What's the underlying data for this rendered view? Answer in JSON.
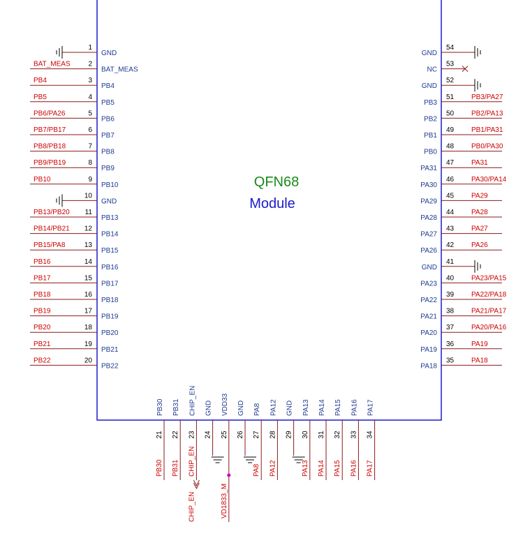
{
  "title": {
    "line1": "QFN68",
    "line2": "Module"
  },
  "colors": {
    "body_outline": "#1a1acc",
    "pin_name": "#1f3a8f",
    "pin_number": "#000000",
    "net_label": "#cc0000",
    "wire": "#8b1a1a",
    "title_line1": "#1a8a1a",
    "title_line2": "#1a1acc",
    "junction": "#cc00cc"
  },
  "left_pins": [
    {
      "num": "1",
      "name": "GND",
      "net": "",
      "symbol": "ground"
    },
    {
      "num": "2",
      "name": "BAT_MEAS",
      "net": "BAT_MEAS"
    },
    {
      "num": "3",
      "name": "PB4",
      "net": "PB4"
    },
    {
      "num": "4",
      "name": "PB5",
      "net": "PB5"
    },
    {
      "num": "5",
      "name": "PB6",
      "net": "PB6/PA26"
    },
    {
      "num": "6",
      "name": "PB7",
      "net": "PB7/PB17"
    },
    {
      "num": "7",
      "name": "PB8",
      "net": "PB8/PB18"
    },
    {
      "num": "8",
      "name": "PB9",
      "net": "PB9/PB19"
    },
    {
      "num": "9",
      "name": "PB10",
      "net": "PB10"
    },
    {
      "num": "10",
      "name": "GND",
      "net": "",
      "symbol": "ground"
    },
    {
      "num": "11",
      "name": "PB13",
      "net": "PB13/PB20"
    },
    {
      "num": "12",
      "name": "PB14",
      "net": "PB14/PB21"
    },
    {
      "num": "13",
      "name": "PB15",
      "net": "PB15/PA8"
    },
    {
      "num": "14",
      "name": "PB16",
      "net": "PB16"
    },
    {
      "num": "15",
      "name": "PB17",
      "net": "PB17"
    },
    {
      "num": "16",
      "name": "PB18",
      "net": "PB18"
    },
    {
      "num": "17",
      "name": "PB19",
      "net": "PB19"
    },
    {
      "num": "18",
      "name": "PB20",
      "net": "PB20"
    },
    {
      "num": "19",
      "name": "PB21",
      "net": "PB21"
    },
    {
      "num": "20",
      "name": "PB22",
      "net": "PB22"
    }
  ],
  "right_pins": [
    {
      "num": "54",
      "name": "GND",
      "net": "",
      "symbol": "ground"
    },
    {
      "num": "53",
      "name": "NC",
      "net": "",
      "symbol": "noconnect"
    },
    {
      "num": "52",
      "name": "GND",
      "net": "",
      "symbol": "ground"
    },
    {
      "num": "51",
      "name": "PB3",
      "net": "PB3/PA27"
    },
    {
      "num": "50",
      "name": "PB2",
      "net": "PB2/PA13"
    },
    {
      "num": "49",
      "name": "PB1",
      "net": "PB1/PA31"
    },
    {
      "num": "48",
      "name": "PB0",
      "net": "PB0/PA30"
    },
    {
      "num": "47",
      "name": "PA31",
      "net": "PA31"
    },
    {
      "num": "46",
      "name": "PA30",
      "net": "PA30/PA14"
    },
    {
      "num": "45",
      "name": "PA29",
      "net": "PA29"
    },
    {
      "num": "44",
      "name": "PA28",
      "net": "PA28"
    },
    {
      "num": "43",
      "name": "PA27",
      "net": "PA27"
    },
    {
      "num": "42",
      "name": "PA26",
      "net": "PA26"
    },
    {
      "num": "41",
      "name": "GND",
      "net": "",
      "symbol": "ground"
    },
    {
      "num": "40",
      "name": "PA23",
      "net": "PA23/PA15"
    },
    {
      "num": "39",
      "name": "PA22",
      "net": "PA22/PA18"
    },
    {
      "num": "38",
      "name": "PA21",
      "net": "PA21/PA17"
    },
    {
      "num": "37",
      "name": "PA20",
      "net": "PA20/PA16"
    },
    {
      "num": "36",
      "name": "PA19",
      "net": "PA19"
    },
    {
      "num": "35",
      "name": "PA18",
      "net": "PA18"
    }
  ],
  "bottom_pins": [
    {
      "num": "21",
      "name": "PB30",
      "net": "PB30"
    },
    {
      "num": "22",
      "name": "PB31",
      "net": "PB31"
    },
    {
      "num": "23",
      "name": "CHIP_EN",
      "net": "CHIP_EN",
      "extra": "CHIP_EN",
      "symbol": "port"
    },
    {
      "num": "24",
      "name": "GND",
      "net": "",
      "symbol": "ground"
    },
    {
      "num": "25",
      "name": "VDD33",
      "net": "",
      "extra": "VD1833_M",
      "symbol": "junction"
    },
    {
      "num": "26",
      "name": "GND",
      "net": "",
      "symbol": "ground"
    },
    {
      "num": "27",
      "name": "PA8",
      "net": "PA8"
    },
    {
      "num": "28",
      "name": "PA12",
      "net": "PA12"
    },
    {
      "num": "29",
      "name": "GND",
      "net": "",
      "symbol": "ground"
    },
    {
      "num": "30",
      "name": "PA13",
      "net": "PA13"
    },
    {
      "num": "31",
      "name": "PA14",
      "net": "PA14"
    },
    {
      "num": "32",
      "name": "PA15",
      "net": "PA15"
    },
    {
      "num": "33",
      "name": "PA16",
      "net": "PA16"
    },
    {
      "num": "34",
      "name": "PA17",
      "net": "PA17"
    }
  ]
}
